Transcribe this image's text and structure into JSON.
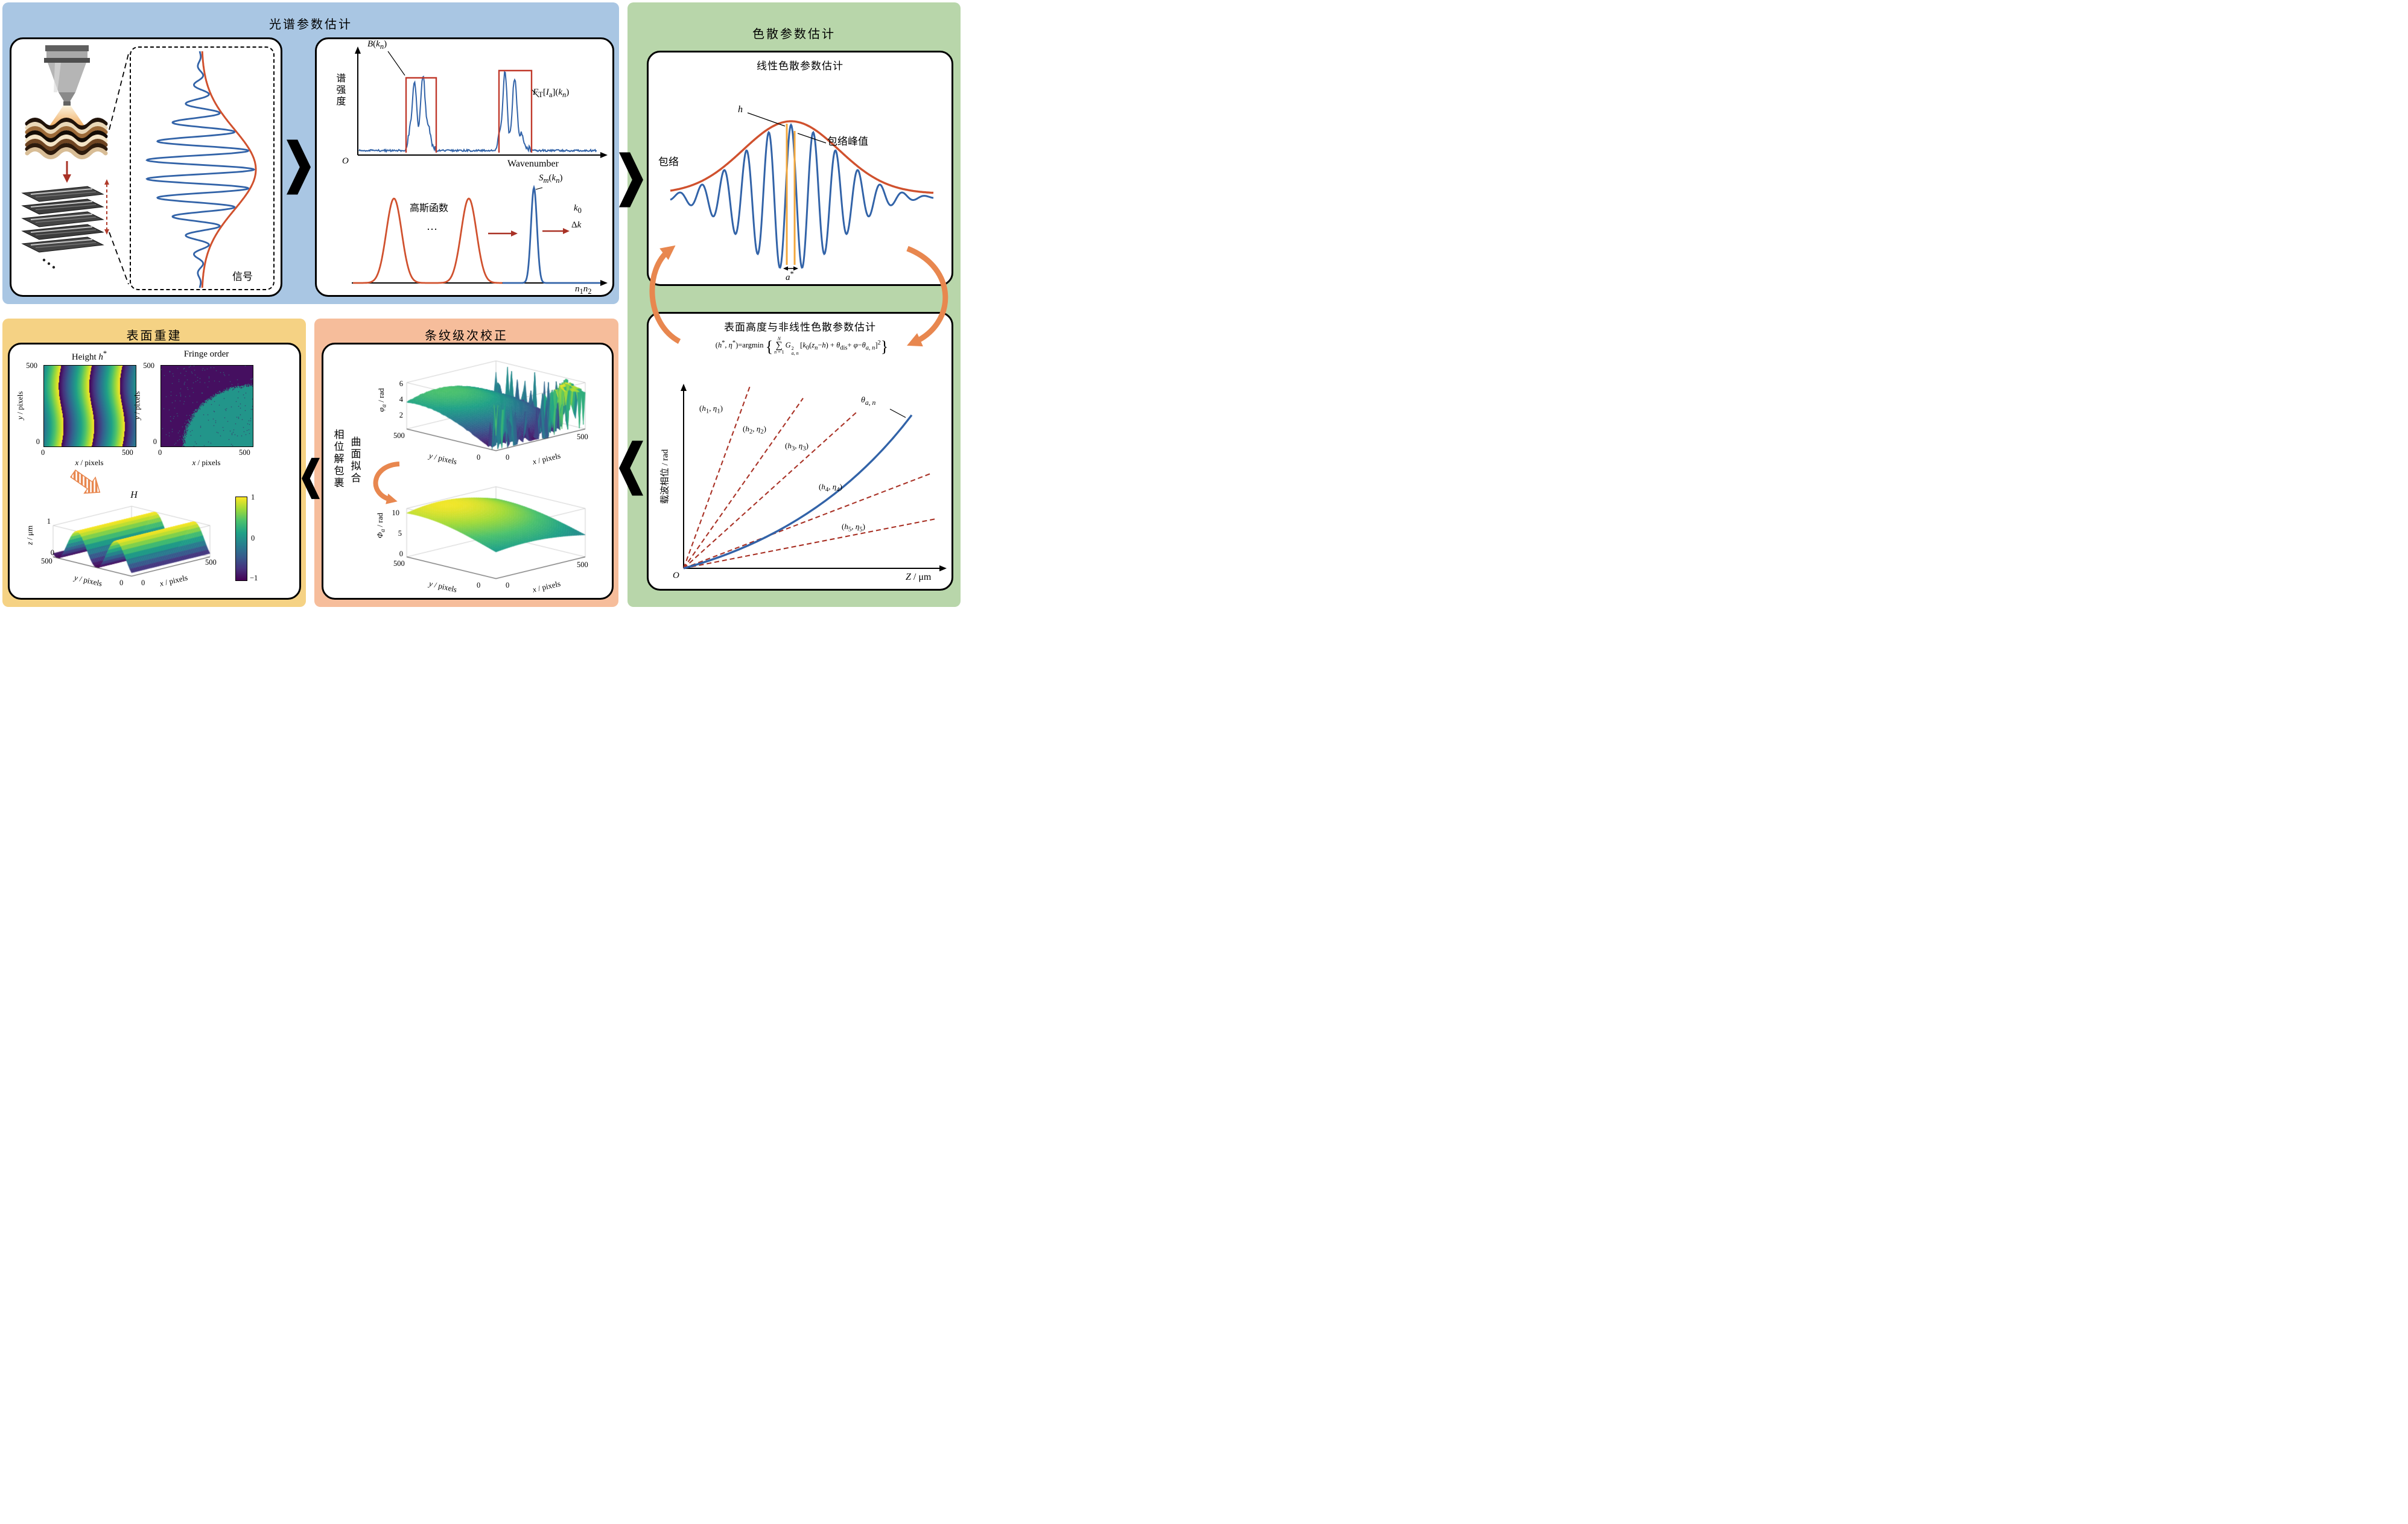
{
  "colors": {
    "panel_spectral": "#a9c6e3",
    "panel_dispersion": "#b8d6aa",
    "panel_surface": "#f5d284",
    "panel_fringe": "#f6bd9b",
    "signal_blue": "#3263a8",
    "envelope_red": "#d0512e",
    "accent_orange": "#e8874f",
    "dark_red": "#a93226",
    "marker_yellow": "#f2a73c",
    "boxcar_red": "#c0392b",
    "colormap": [
      "#440154",
      "#46327e",
      "#365c8d",
      "#277f8e",
      "#1fa187",
      "#4ac16d",
      "#a0da39",
      "#fde725"
    ]
  },
  "spectral_panel": {
    "title": "光谱参数估计",
    "signal_box": {
      "signal_label": "信号"
    },
    "spectrum_box": {
      "top_plot": {
        "ylabel": "谱强度",
        "xlabel": "Wavenumber",
        "origin": "O",
        "boxcar_label": "<i>B</i>(<i>k</i><sub><i>n</i></sub>)",
        "transform_label": "<i>F</i><sub>T</sub>[<i>I</i><sub>a</sub>](<i>k</i><sub><i>n</i></sub>)"
      },
      "bottom_plot": {
        "gaussian_label": "高斯函数",
        "ellipsis": "…",
        "peak_label": "<i>S</i><sub><i>m</i></sub>(<i>k</i><sub><i>n</i></sub>)",
        "k0_label": "<i>k</i><sub>0</sub>",
        "delta_k_label": "Δ<i>k</i>",
        "xlabel": "<i>n</i><sub>1</sub><i>n</i><sub>2</sub>"
      }
    }
  },
  "dispersion_panel": {
    "title": "色散参数估计",
    "linear_box": {
      "title": "线性色散参数估计",
      "envelope_label": "包络",
      "height_label": "<i>h</i>",
      "peak_label": "包络峰值",
      "a_star_label": "<i>a</i><sup>*</sup>"
    },
    "nonlinear_box": {
      "title": "表面高度与非线性色散参数估计",
      "formula": "(<i>h</i><sup>*</sup>, <i>η</i><sup>*</sup>)=argmin <span class=\"brace\">{</span><span class=\"sum\"><span class=\"lim\"><i>N</i></span><span class=\"sig\">∑</span><span class=\"lim\"><i>n</i> = 1</span></span><span><i>G</i></span><span class=\"stack\"><span>2</span><span><i>a</i>, <i>n</i></span></span>&#8201;[<i>k</i><sub>0</sub>(<i>z</i><sub><i>n</i></sub>−<i>h</i>) + <i>θ</i><sub>dis</sub>+ <i>φ</i>−<i>θ</i><sub><i>a</i>, <i>n</i></sub>]<sup>2</sup><span class=\"brace\">}</span>",
      "plot": {
        "ylabel": "载波相位 / rad",
        "xlabel": "<i>Z</i> / μm",
        "origin": "O",
        "theta_label": "<i>θ</i><sub><i>a</i>, <i>n</i></sub>",
        "line_labels": [
          "(<i>h</i><sub>1</sub>, <i>η</i><sub>1</sub>)",
          "(<i>h</i><sub>2</sub>, <i>η</i><sub>2</sub>)",
          "(<i>h</i><sub>3</sub>, <i>η</i><sub>3</sub>)",
          "(<i>h</i><sub>4</sub>, <i>η</i><sub>4</sub>)",
          "(<i>h</i><sub>5</sub>, <i>η</i><sub>5</sub>)"
        ]
      }
    }
  },
  "fringe_panel": {
    "title": "条纹级次校正",
    "step_label_1": "相位解包裹",
    "step_label_2": "曲面拟合",
    "wrapped_plot": {
      "zlabel": "<i>φ</i><sub><i>a</i></sub> / rad",
      "z_ticks": [
        "6",
        "4",
        "2"
      ],
      "ylabel": "<i>y</i> / pixels",
      "xlabel": "<i>x</i> / pixels",
      "y_ticks": [
        "500",
        "0"
      ],
      "x_ticks": [
        "0",
        "500"
      ]
    },
    "fitted_plot": {
      "zlabel": "<i>Φ</i><sub><i>a</i></sub> / rad",
      "z_ticks": [
        "10",
        "5",
        "0"
      ],
      "ylabel": "<i>y</i> / pixels",
      "xlabel": "<i>x</i> / pixels",
      "y_ticks": [
        "500",
        "0"
      ],
      "x_ticks": [
        "0",
        "500"
      ]
    }
  },
  "surface_panel": {
    "title": "表面重建",
    "height_map": {
      "title": "Height <i>h</i><sup>*</sup>",
      "ylabel": "<i>y</i> / pixels",
      "xlabel": "<i>x</i> / pixels",
      "y_ticks": [
        "500",
        "0"
      ],
      "x_ticks": [
        "0",
        "500"
      ]
    },
    "order_map": {
      "title": "Fringe order",
      "ylabel": "<i>y</i> / pixels",
      "xlabel": "<i>x</i> / pixels",
      "y_ticks": [
        "500",
        "0"
      ],
      "x_ticks": [
        "0",
        "500"
      ]
    },
    "surface_plot": {
      "title": "<i>H</i>",
      "zlabel": "<i>z</i> / μm",
      "z_ticks": [
        "1",
        "0"
      ],
      "ylabel": "<i>y</i> / pixels",
      "xlabel": "<i>x</i> / pixels",
      "y_ticks": [
        "500",
        "0"
      ],
      "x_ticks": [
        "0",
        "500"
      ],
      "colorbar_ticks": [
        "1",
        "0",
        "−1"
      ]
    }
  }
}
